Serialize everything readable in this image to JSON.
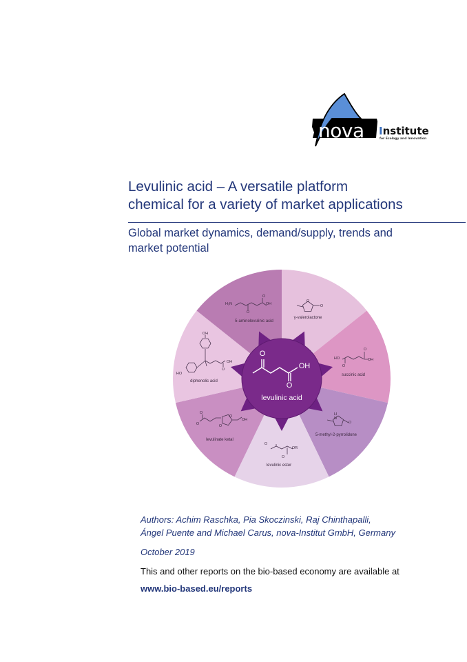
{
  "logo": {
    "word": "nova",
    "institute_first_letter": "I",
    "institute_rest": "nstitute",
    "tagline": "for Ecology and Innovation",
    "colors": {
      "sail": "#5a8fd8",
      "band": "#000000",
      "accent": "#3a6fbf"
    }
  },
  "title": {
    "line1": "Levulinic acid – A versatile platform",
    "line2": "chemical for a variety of market applications"
  },
  "subtitle": {
    "line1": "Global market dynamics, demand/supply, trends and",
    "line2": "market potential"
  },
  "wheel": {
    "center_label": "levulinic acid",
    "center_formula": {
      "o_top": "O",
      "oh": "OH",
      "o_bottom": "O"
    },
    "center_color": "#7a2a8a",
    "segments": [
      {
        "label": "γ-valerolactone",
        "color": "#e6c1dd"
      },
      {
        "label": "succinic acid",
        "color": "#dd96c4"
      },
      {
        "label": "5-methyl-2-pyrrolidone",
        "color": "#b78ec5"
      },
      {
        "label": "levulinic ester",
        "color": "#e6d3e9"
      },
      {
        "label": "levulinate ketal",
        "color": "#c98fc2"
      },
      {
        "label": "diphenolic acid",
        "color": "#e9c5e1"
      },
      {
        "label": "5-aminolevulinic acid",
        "color": "#b97cb2"
      }
    ],
    "formula_atoms": {
      "aminolevulinic": {
        "h2n": "H₂N",
        "oh": "OH",
        "o1": "O",
        "o2": "O"
      },
      "valerolactone": {
        "o1": "O",
        "o2": "O"
      },
      "succinic": {
        "ho": "HO",
        "oh": "OH",
        "o1": "O",
        "o2": "O"
      },
      "pyrrolidone": {
        "h": "H",
        "n": "N",
        "o": "O"
      },
      "ester": {
        "o1": "O",
        "or": "OR",
        "o2": "O"
      },
      "ketal": {
        "o1": "O",
        "o2": "O",
        "o3": "O",
        "o4": "O",
        "oh": "OH"
      },
      "diphenolic": {
        "oh_top": "OH",
        "ho_left": "HO",
        "oh_right": "OH",
        "o": "O"
      }
    }
  },
  "authors": {
    "line1": "Authors: Achim Raschka, Pia Skoczinski, Raj Chinthapalli,",
    "line2": "Ángel Puente and Michael Carus, nova-Institut GmbH, Germany"
  },
  "date": "October 2019",
  "availability": "This and other reports on the bio-based economy are available at",
  "link": "www.bio-based.eu/reports"
}
